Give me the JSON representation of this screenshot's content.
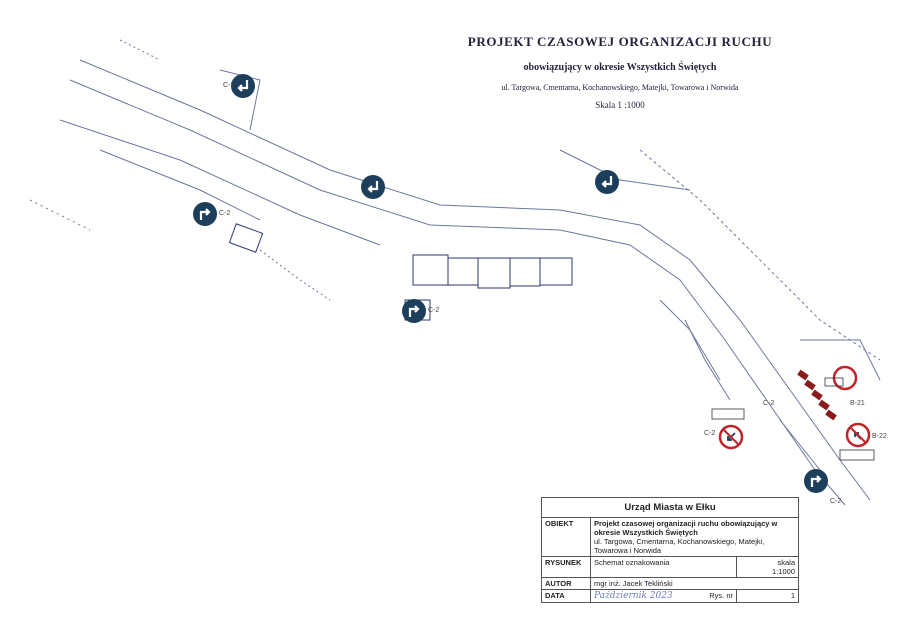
{
  "title": {
    "line1": "PROJEKT CZASOWEJ ORGANIZACJI RUCHU",
    "line2": "obowiązujący w okresie Wszystkich Świętych",
    "line3": "ul. Targowa, Cmentarna, Kochanowskiego, Matejki, Towarowa i Norwida",
    "line4": "Skala 1 :1000"
  },
  "map": {
    "sign_codes": [
      "C-2",
      "C-2",
      "C-2",
      "C-2",
      "C-2",
      "C-2",
      "B-21",
      "B-22"
    ],
    "sign_icons": [
      "turn-left-mandatory-icon",
      "turn-right-mandatory-icon",
      "no-turn-prohibition-icon",
      "no-entry-ring-icon",
      "barrier-stripes-icon"
    ],
    "colors": {
      "mandatory_sign": "#1d3f5c",
      "prohibition_ring": "#c0242a",
      "barrier": "#8b1a1a",
      "map_lines": "#3a4a7a"
    }
  },
  "stamp": {
    "organization": "Urząd Miasta w Ełku",
    "obiekt_label": "OBIEKT",
    "obiekt_title": "Projekt czasowej organizacji ruchu obowiązujący w okresie Wszystkich Świętych",
    "obiekt_sub": "ul. Targowa, Cmentarna, Kochanowskiego, Matejki, Towarowa i Norwida",
    "rysunek_label": "RYSUNEK",
    "rysunek_value": "Schemat oznakowania",
    "skala_label": "skala",
    "skala_value": "1:1000",
    "autor_label": "AUTOR",
    "autor_value": "mgr inż. Jacek Tekliński",
    "data_label": "DATA",
    "data_value": "Październik 2023",
    "rys_label": "Rys. nr",
    "rys_value": "1"
  }
}
